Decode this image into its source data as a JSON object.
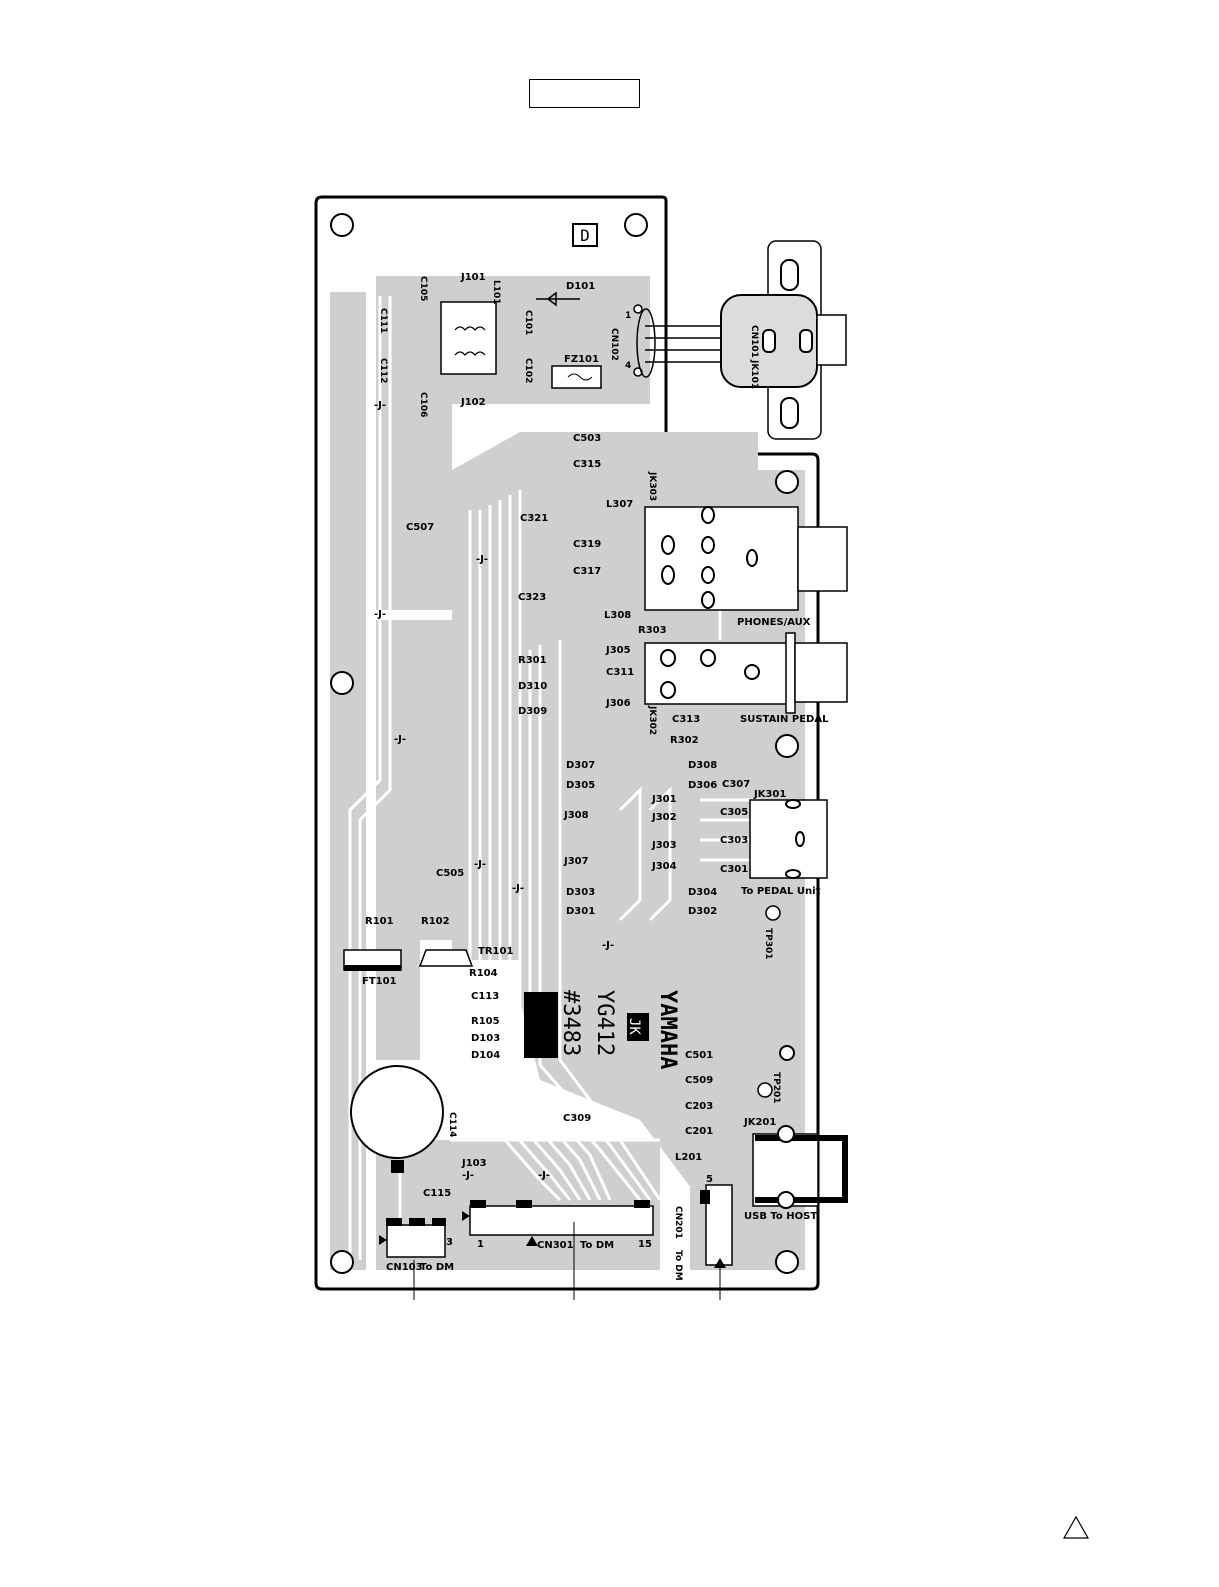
{
  "board": {
    "name": "YAMAHA",
    "code": "YG412",
    "rev": "#3483",
    "side_mark": "JK",
    "corner_mark": "D"
  },
  "labels": {
    "J101": "J101",
    "J102": "J102",
    "J103": "J103",
    "L101": "L101",
    "D101": "D101",
    "C105": "C105",
    "C111": "C111",
    "C101": "C101",
    "C112": "C112",
    "C106": "C106",
    "C102": "C102",
    "FZ101": "FZ101",
    "CN102": "CN102",
    "CN101": "CN101",
    "JK101": "JK101",
    "C503": "C503",
    "C315": "C315",
    "JK303": "JK303",
    "C321": "C321",
    "L307": "L307",
    "C507": "C507",
    "C319": "C319",
    "C317": "C317",
    "C323": "C323",
    "L308": "L308",
    "PHONES_AUX": "PHONES/AUX",
    "R303": "R303",
    "R301": "R301",
    "J305": "J305",
    "C311": "C311",
    "D310": "D310",
    "D309": "D309",
    "J306": "J306",
    "JK302": "JK302",
    "C313": "C313",
    "SUSTAIN_PEDAL": "SUSTAIN PEDAL",
    "R302": "R302",
    "D307": "D307",
    "D308": "D308",
    "D305": "D305",
    "D306": "D306",
    "C307": "C307",
    "JK301": "JK301",
    "J308": "J308",
    "J301": "J301",
    "J302": "J302",
    "C305": "C305",
    "C303": "C303",
    "J303": "J303",
    "J307": "J307",
    "J304": "J304",
    "C301": "C301",
    "C505": "C505",
    "D303": "D303",
    "D304": "D304",
    "TO_PEDAL_UNIT": "To PEDAL Unit",
    "D301": "D301",
    "D302": "D302",
    "TP301": "TP301",
    "R101": "R101",
    "R102": "R102",
    "TR101": "TR101",
    "FT101": "FT101",
    "R104": "R104",
    "C113": "C113",
    "R105": "R105",
    "D103": "D103",
    "D104": "D104",
    "C501": "C501",
    "C509": "C509",
    "TP201": "TP201",
    "C203": "C203",
    "C114": "C114",
    "C309": "C309",
    "C201": "C201",
    "JK201": "JK201",
    "L201": "L201",
    "C115": "C115",
    "CN201": "CN201",
    "TO_DM_CN201": "To DM",
    "USB_TO_HOST": "USB To HOST",
    "CN103": "CN103",
    "TO_DM_CN103": "To DM",
    "CN301": "CN301",
    "TO_DM_CN301": "To DM",
    "J": "-J-",
    "pin1": "1",
    "pin3": "3",
    "pin15": "15",
    "pin5": "5",
    "cn102_1": "1",
    "cn102_4": "4"
  }
}
